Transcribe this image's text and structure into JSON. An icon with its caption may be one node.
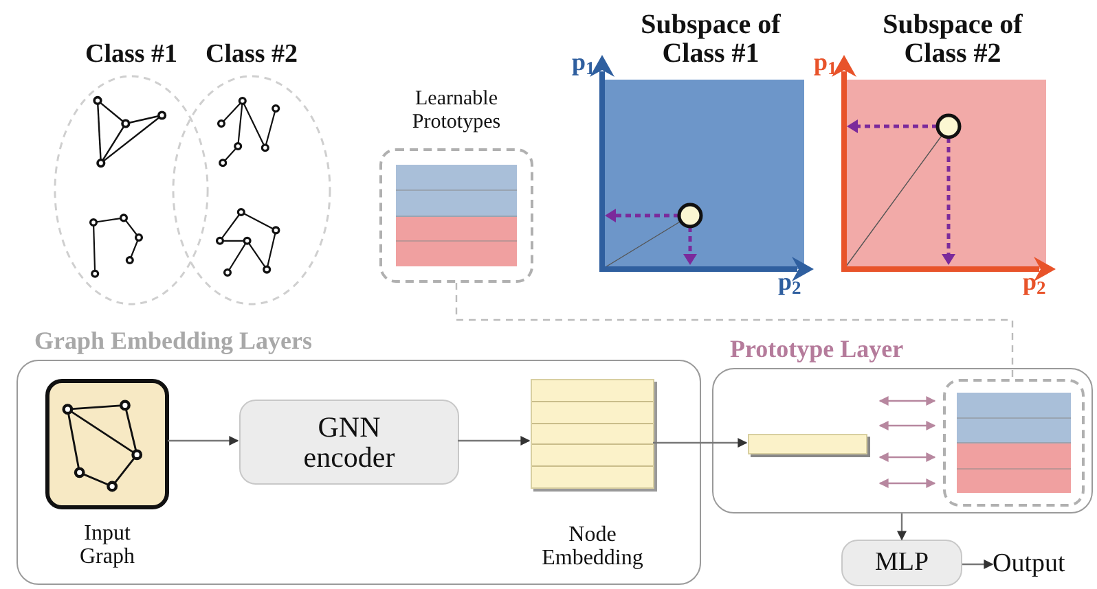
{
  "diagram": {
    "nodes": [
      {
        "text": [
          "Class #1"
        ]
      },
      {
        "text": [
          "Class #2"
        ]
      },
      {
        "text": [
          "Learnable Prototypes"
        ]
      },
      {
        "text": [
          "Subspace of Class #1"
        ]
      },
      {
        "text": [
          "Subspace of Class #2"
        ]
      },
      {
        "text": [
          "Graph Embedding Layers"
        ]
      },
      {
        "text": [
          "Input Graph"
        ],
        "in": 5
      },
      {
        "text": [
          "GNN encoder"
        ],
        "in": 5
      },
      {
        "text": [
          "Node Embedding"
        ],
        "in": 5
      },
      {
        "text": [
          "Prototype Layer"
        ]
      },
      {
        "text": [],
        "shape": "bar",
        "in": 9
      },
      {
        "text": [],
        "shape": "box",
        "in": 9
      },
      {
        "text": [
          "MLP"
        ]
      },
      {
        "text": [
          "Output"
        ]
      }
    ],
    "edges": [
      {
        "from": 2,
        "to": 11,
        "arrow": "none",
        "style": "dashed",
        "color": "#bbbbbb"
      },
      {
        "from": 6,
        "to": 7,
        "arrow": "to"
      },
      {
        "from": 7,
        "to": 8,
        "arrow": "to"
      },
      {
        "from": 8,
        "to": 10,
        "arrow": "to"
      },
      {
        "from": 10,
        "to": 11,
        "arrow": "both",
        "color": "#b7879f"
      },
      {
        "from": 10,
        "to": 11,
        "arrow": "both",
        "color": "#b7879f"
      },
      {
        "from": 10,
        "to": 11,
        "arrow": "both",
        "color": "#b7879f"
      },
      {
        "from": 10,
        "to": 11,
        "arrow": "both",
        "color": "#b7879f"
      },
      {
        "from": 9,
        "to": 12,
        "arrow": "to"
      },
      {
        "from": 12,
        "to": 13,
        "arrow": "to"
      }
    ],
    "labels": [
      "p$_{1}$",
      "p$_{2}$",
      "p$_{1}$",
      "p$_{2}$"
    ]
  }
}
